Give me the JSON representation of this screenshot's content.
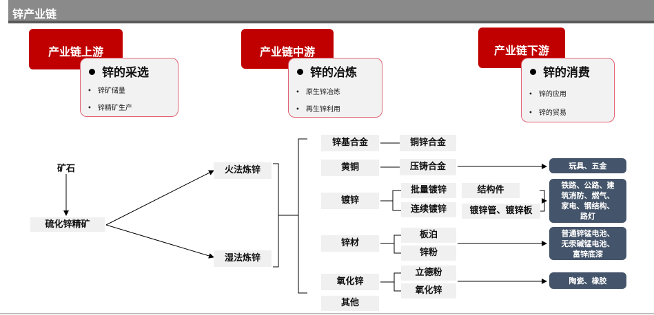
{
  "header": {
    "title": "锌产业链"
  },
  "stages": {
    "upstream": {
      "title": "产业链上游",
      "card_title": "锌的采选",
      "items": [
        "锌矿储量",
        "锌精矿生产"
      ]
    },
    "midstream": {
      "title": "产业链中游",
      "card_title": "锌的冶炼",
      "items": [
        "原生锌冶炼",
        "再生锌利用"
      ]
    },
    "downstream": {
      "title": "产业链下游",
      "card_title": "锌的消费",
      "items": [
        "锌的应用",
        "锌的贸易"
      ]
    }
  },
  "flow": {
    "ore": "矿石",
    "concentrate": "硫化锌精矿",
    "pyro": "火法炼锌",
    "hydro": "湿法炼锌",
    "products": [
      "锌基合金",
      "黄铜",
      "镀锌",
      "锌材",
      "氧化锌",
      "其他"
    ],
    "sub": {
      "copper_zinc_alloy": "铜锌合金",
      "die_cast_alloy": "压铸合金",
      "batch_galv": "批量镀锌",
      "continuous_galv": "连续镀锌",
      "structural_parts": "结构件",
      "galv_pipe_sheet": "镀锌管、镀锌板",
      "plate_foil": "板泊",
      "zinc_powder": "锌粉",
      "lithopone": "立德粉",
      "zinc_oxide": "氧化锌"
    },
    "apps": {
      "toys": "玩具、五金",
      "construction": [
        "铁路、公路、建",
        "筑消防、燃气、",
        "家电、钢结构、",
        "路灯"
      ],
      "batteries": [
        "普通锌锰电池、",
        "无汞碱锰电池、",
        "富锌底漆"
      ],
      "ceramics": "陶瓷、橡胶"
    }
  },
  "colors": {
    "red": "#c00000",
    "navy": "#44546a",
    "header": "#8a8a8a"
  }
}
